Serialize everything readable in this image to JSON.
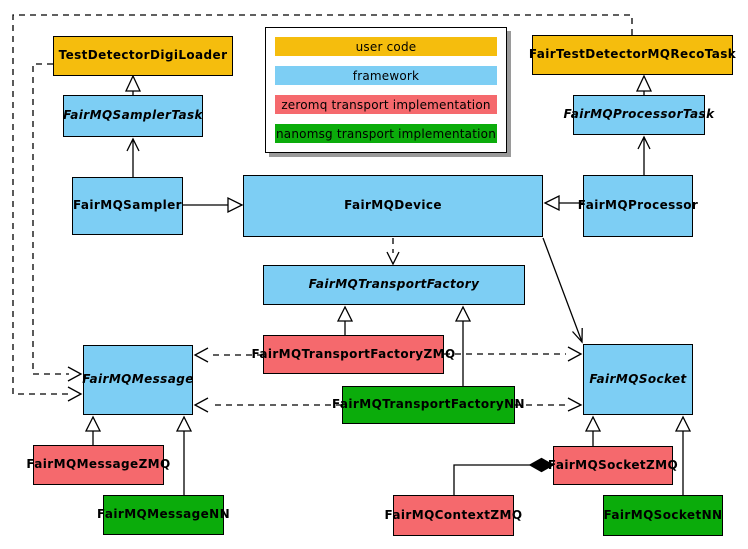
{
  "legend": {
    "items": [
      {
        "label": "user code",
        "color": "#F5BD0D"
      },
      {
        "label": "framework",
        "color": "#7DCEF4"
      },
      {
        "label": "zeromq transport implementation",
        "color": "#F5696D"
      },
      {
        "label": "nanomsg transport implementation",
        "color": "#0BAC0B"
      }
    ]
  },
  "nodes": {
    "testDetectorDigiLoader": {
      "label": "TestDetectorDigiLoader",
      "category": "user code",
      "abstract": false
    },
    "fairTestDetectorMQRecoTask": {
      "label": "FairTestDetectorMQRecoTask",
      "category": "user code",
      "abstract": false
    },
    "fairMQSamplerTask": {
      "label": "FairMQSamplerTask",
      "category": "framework",
      "abstract": true
    },
    "fairMQProcessorTask": {
      "label": "FairMQProcessorTask",
      "category": "framework",
      "abstract": true
    },
    "fairMQSampler": {
      "label": "FairMQSampler",
      "category": "framework",
      "abstract": false
    },
    "fairMQDevice": {
      "label": "FairMQDevice",
      "category": "framework",
      "abstract": false
    },
    "fairMQProcessor": {
      "label": "FairMQProcessor",
      "category": "framework",
      "abstract": false
    },
    "fairMQTransportFactory": {
      "label": "FairMQTransportFactory",
      "category": "framework",
      "abstract": true
    },
    "fairMQTransportFactoryZMQ": {
      "label": "FairMQTransportFactoryZMQ",
      "category": "zeromq",
      "abstract": false
    },
    "fairMQTransportFactoryNN": {
      "label": "FairMQTransportFactoryNN",
      "category": "nanomsg",
      "abstract": false
    },
    "fairMQMessage": {
      "label": "FairMQMessage",
      "category": "framework",
      "abstract": true
    },
    "fairMQSocket": {
      "label": "FairMQSocket",
      "category": "framework",
      "abstract": true
    },
    "fairMQMessageZMQ": {
      "label": "FairMQMessageZMQ",
      "category": "zeromq",
      "abstract": false
    },
    "fairMQMessageNN": {
      "label": "FairMQMessageNN",
      "category": "nanomsg",
      "abstract": false
    },
    "fairMQContextZMQ": {
      "label": "FairMQContextZMQ",
      "category": "zeromq",
      "abstract": false
    },
    "fairMQSocketZMQ": {
      "label": "FairMQSocketZMQ",
      "category": "zeromq",
      "abstract": false
    },
    "fairMQSocketNN": {
      "label": "FairMQSocketNN",
      "category": "nanomsg",
      "abstract": false
    }
  },
  "edges": [
    {
      "from": "FairMQSamplerTask",
      "to": "TestDetectorDigiLoader",
      "type": "generalization-solid-triangle"
    },
    {
      "from": "FairMQSampler",
      "to": "FairMQSamplerTask",
      "type": "generalization-open-arrow"
    },
    {
      "from": "FairMQSampler",
      "to": "FairMQDevice",
      "type": "generalization-solid-triangle"
    },
    {
      "from": "FairMQProcessorTask",
      "to": "FairTestDetectorMQRecoTask",
      "type": "generalization-solid-triangle"
    },
    {
      "from": "FairMQProcessor",
      "to": "FairMQProcessorTask",
      "type": "generalization-open-arrow"
    },
    {
      "from": "FairMQProcessor",
      "to": "FairMQDevice",
      "type": "generalization-solid-triangle"
    },
    {
      "from": "FairMQDevice",
      "to": "FairMQTransportFactory",
      "type": "dependency-dashed"
    },
    {
      "from": "FairMQDevice",
      "to": "FairMQSocket",
      "type": "association-solid-arrow"
    },
    {
      "from": "FairMQTransportFactoryZMQ",
      "to": "FairMQTransportFactory",
      "type": "generalization-solid-triangle"
    },
    {
      "from": "FairMQTransportFactoryNN",
      "to": "FairMQTransportFactory",
      "type": "generalization-solid-triangle"
    },
    {
      "from": "FairMQTransportFactoryZMQ",
      "to": "FairMQMessage",
      "type": "dependency-dashed"
    },
    {
      "from": "FairMQTransportFactoryZMQ",
      "to": "FairMQSocket",
      "type": "dependency-dashed"
    },
    {
      "from": "FairMQTransportFactoryNN",
      "to": "FairMQMessage",
      "type": "dependency-dashed"
    },
    {
      "from": "FairMQTransportFactoryNN",
      "to": "FairMQSocket",
      "type": "dependency-dashed"
    },
    {
      "from": "TestDetectorDigiLoader",
      "to": "FairMQMessage",
      "type": "dependency-dashed"
    },
    {
      "from": "FairTestDetectorMQRecoTask",
      "to": "FairMQMessage",
      "type": "dependency-dashed"
    },
    {
      "from": "FairMQMessageZMQ",
      "to": "FairMQMessage",
      "type": "generalization-solid-triangle"
    },
    {
      "from": "FairMQMessageNN",
      "to": "FairMQMessage",
      "type": "generalization-solid-triangle"
    },
    {
      "from": "FairMQSocketZMQ",
      "to": "FairMQSocket",
      "type": "generalization-solid-triangle"
    },
    {
      "from": "FairMQSocketNN",
      "to": "FairMQSocket",
      "type": "generalization-solid-triangle"
    },
    {
      "from": "FairMQContextZMQ",
      "to": "FairMQSocketZMQ",
      "type": "composition-filled-diamond"
    }
  ],
  "colors": {
    "user_code": "#F5BD0D",
    "framework": "#7DCEF4",
    "zeromq": "#F5696D",
    "nanomsg": "#0BAC0B",
    "edge": "#000000",
    "legend_shadow": "#9A9A9A",
    "background": "#FFFFFF"
  }
}
